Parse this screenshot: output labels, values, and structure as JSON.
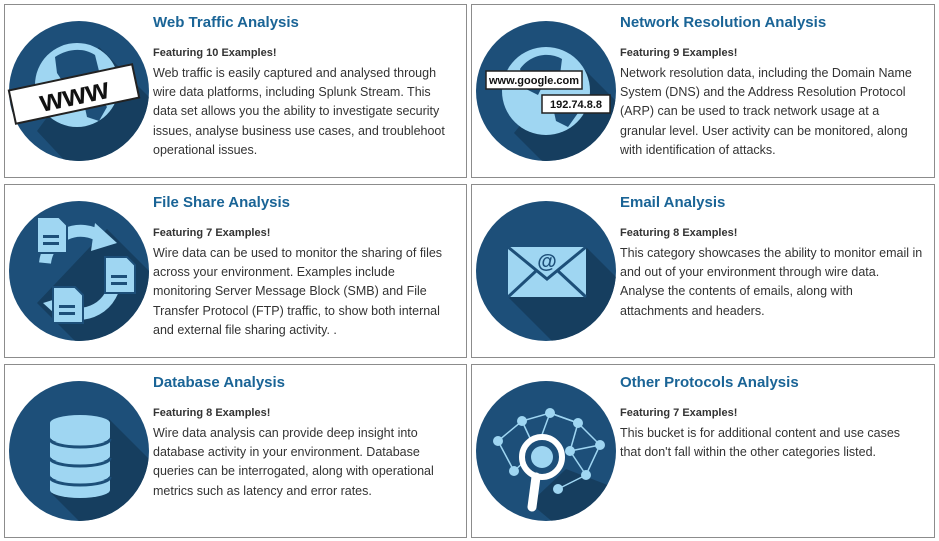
{
  "cards": [
    {
      "title": "Web Traffic Analysis",
      "featuring": "Featuring 10 Examples!",
      "description": "Web traffic is easily captured and analysed through wire data platforms, including Splunk Stream. This data set allows you the ability to investigate security issues, analyse business use cases, and troublehoot operational issues.",
      "icon": "www-globe-icon",
      "icon_text": "www"
    },
    {
      "title": "Network Resolution Analysis",
      "featuring": "Featuring 9 Examples!",
      "description": "Network resolution data, including the Domain Name System (DNS) and the Address Resolution Protocol (ARP) can be used to track network usage at a granular level. User activity can be monitored, along with identification of attacks.",
      "icon": "dns-globe-icon",
      "icon_label_domain": "www.google.com",
      "icon_label_ip": "192.74.8.8"
    },
    {
      "title": "File Share Analysis",
      "featuring": "Featuring 7 Examples!",
      "description": "Wire data can be used to monitor the sharing of files across your environment. Examples include monitoring Server Message Block (SMB) and File Transfer Protocol (FTP) traffic, to show both internal and external file sharing activity. .",
      "icon": "file-share-icon"
    },
    {
      "title": "Email Analysis",
      "featuring": "Featuring 8 Examples!",
      "description": "This category showcases the ability to monitor email in and out of your environment through wire data. Analyse the contents of emails, along with attachments and headers.",
      "icon": "email-envelope-icon",
      "icon_text": "@"
    },
    {
      "title": "Database Analysis",
      "featuring": "Featuring 8 Examples!",
      "description": "Wire data analysis can provide deep insight into database activity in your environment. Database queries can be interrogated, along with operational metrics such as latency and error rates.",
      "icon": "database-icon"
    },
    {
      "title": "Other Protocols Analysis",
      "featuring": "Featuring 7 Examples!",
      "description": "This bucket is for additional content and use cases that don't fall within the other categories listed.",
      "icon": "network-magnifier-icon"
    }
  ],
  "colors": {
    "circle": "#1d4f79",
    "shadow": "#163e5f",
    "light": "#9fd6f2",
    "title": "#1a6496",
    "text": "#333333",
    "border": "#8c8c8c"
  }
}
